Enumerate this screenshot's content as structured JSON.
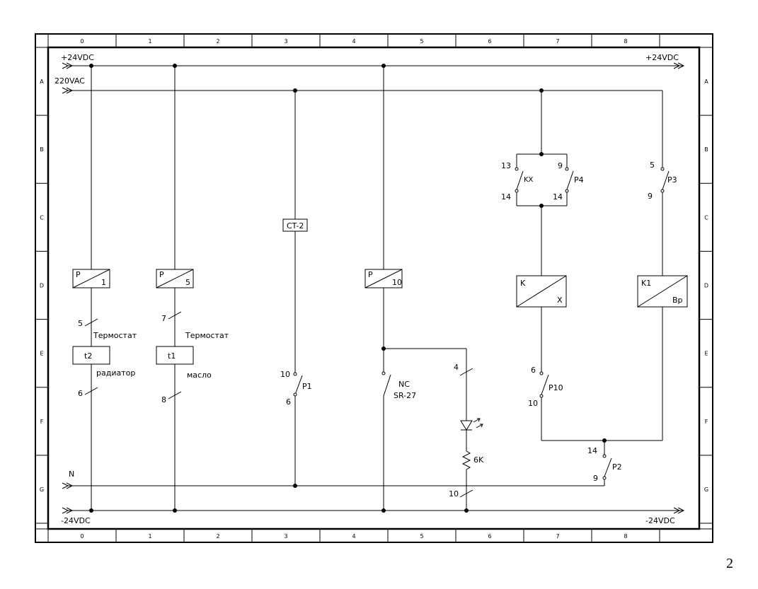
{
  "sheet": {
    "page_number": "2",
    "columns": [
      "0",
      "1",
      "2",
      "3",
      "4",
      "5",
      "6",
      "7",
      "8"
    ],
    "rows": [
      "A",
      "B",
      "C",
      "D",
      "E",
      "F",
      "G"
    ]
  },
  "rails": {
    "plus24_left": "+24VDC",
    "plus24_right": "+24VDC",
    "ac220": "220VAC",
    "neutral": "N",
    "minus24_left": "-24VDC",
    "minus24_right": "-24VDC"
  },
  "branch1": {
    "relay_letter": "P",
    "relay_number": "1",
    "term_top": "5",
    "sensor_title": "Термостат",
    "sensor": "t2",
    "sensor_sub": "радиатор",
    "term_bottom": "6"
  },
  "branch2": {
    "relay_letter": "P",
    "relay_number": "5",
    "term_top": "7",
    "sensor_title": "Термостат",
    "sensor": "t1",
    "sensor_sub": "масло",
    "term_bottom": "8"
  },
  "branch3": {
    "ct_label": "CT-2",
    "contact_top": "10",
    "contact_name": "P1",
    "contact_bottom": "6"
  },
  "branch4": {
    "relay_letter": "P",
    "relay_number": "10",
    "switch_nc": "NC",
    "switch_name": "SR-27",
    "term_a": "4",
    "resistor": "6K",
    "term_b": "10"
  },
  "branch5": {
    "kx_top": "13",
    "kx_name": "KX",
    "kx_bottom": "14",
    "p4_top": "9",
    "p4_name": "P4",
    "p4_bottom": "14",
    "coil_letter": "K",
    "coil_suffix": "X",
    "p10_top": "6",
    "p10_name": "P10",
    "p10_bottom": "10"
  },
  "branch6": {
    "p3_top": "5",
    "p3_name": "P3",
    "p3_bottom": "9",
    "coil_letter": "K1",
    "coil_suffix": "Bp",
    "p2_top": "14",
    "p2_name": "P2",
    "p2_bottom": "9"
  }
}
